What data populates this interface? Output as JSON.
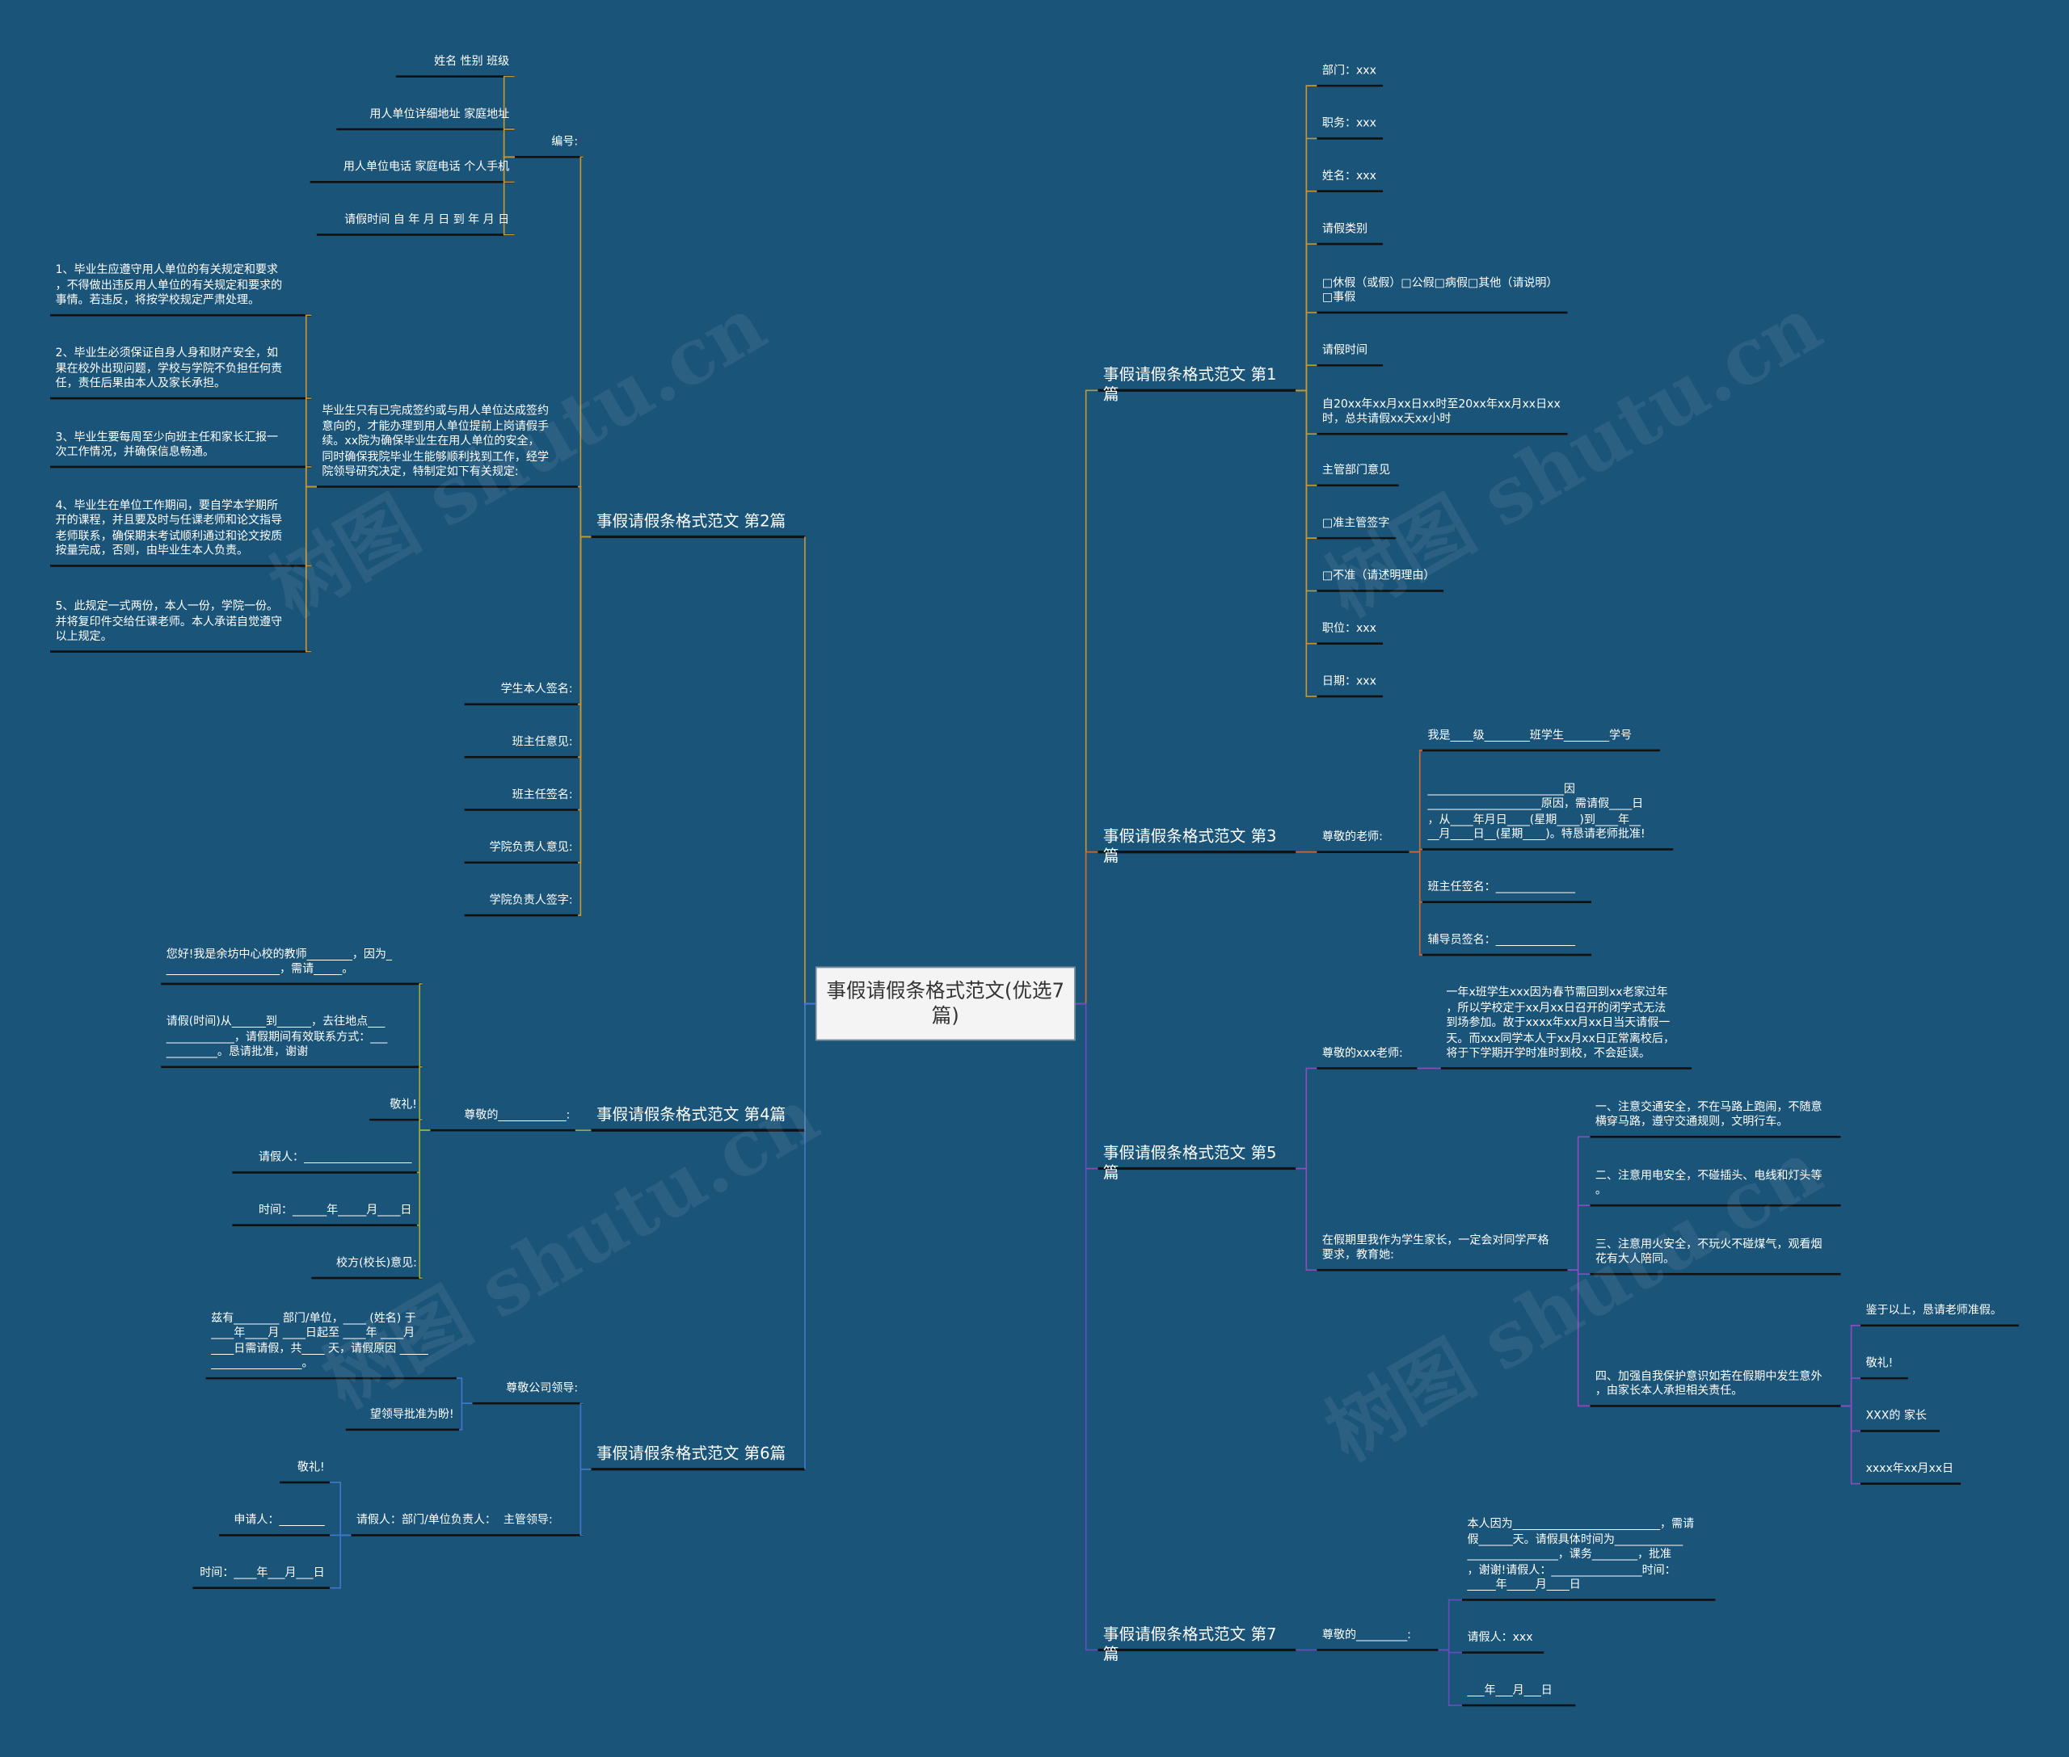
{
  "root": {
    "id": "root",
    "text": "事假请假条格式范文(优选7篇)"
  },
  "watermark": "树图 shutu.cn",
  "colors": {
    "background": "#1b5479",
    "edge": "#111111",
    "b2": "#c8962c",
    "b4": "#9aa83c",
    "b6": "#3f78c8",
    "b1": "#c8962c",
    "b3": "#c86a3c",
    "b5": "#8a4cc0",
    "b7": "#6a4cc0"
  },
  "nodes": [
    {
      "id": "b2",
      "text": "事假请假条格式范文 第2篇",
      "branch": "b2",
      "big": true,
      "side": "L"
    },
    {
      "id": "b2_bh",
      "text": "编号:",
      "branch": "b2",
      "side": "L"
    },
    {
      "id": "b2_bh_1",
      "text": "姓名 性别 班级",
      "branch": "b2",
      "side": "L"
    },
    {
      "id": "b2_bh_2",
      "text": "用人单位详细地址 家庭地址",
      "branch": "b2",
      "side": "L"
    },
    {
      "id": "b2_bh_3",
      "text": "用人单位电话 家庭电话 个人手机",
      "branch": "b2",
      "side": "L"
    },
    {
      "id": "b2_bh_4",
      "text": "请假时间 自 年 月 日 到 年 月 日",
      "branch": "b2",
      "side": "L"
    },
    {
      "id": "b2_gd",
      "text": "毕业生只有已完成签约或与用人单位达成签约\n意向的，才能办理到用人单位提前上岗请假手\n续。xx院为确保毕业生在用人单位的安全，\n同时确保我院毕业生能够顺利找到工作，经学\n院领导研究决定，特制定如下有关规定:",
      "branch": "b2",
      "side": "L"
    },
    {
      "id": "b2_gd_1",
      "text": "1、毕业生应遵守用人单位的有关规定和要求\n，不得做出违反用人单位的有关规定和要求的\n事情。若违反，将按学校规定严肃处理。",
      "branch": "b2",
      "side": "L"
    },
    {
      "id": "b2_gd_2",
      "text": "2、毕业生必须保证自身人身和财产安全，如\n果在校外出现问题，学校与学院不负担任何责\n任，责任后果由本人及家长承担。",
      "branch": "b2",
      "side": "L"
    },
    {
      "id": "b2_gd_3",
      "text": "3、毕业生要每周至少向班主任和家长汇报一\n次工作情况，并确保信息畅通。",
      "branch": "b2",
      "side": "L"
    },
    {
      "id": "b2_gd_4",
      "text": "4、毕业生在单位工作期间，要自学本学期所\n开的课程，并且要及时与任课老师和论文指导\n老师联系，确保期末考试顺利通过和论文按质\n按量完成，否则，由毕业生本人负责。",
      "branch": "b2",
      "side": "L"
    },
    {
      "id": "b2_gd_5",
      "text": "5、此规定一式两份，本人一份，学院一份。\n并将复印件交给任课老师。本人承诺自觉遵守\n以上规定。",
      "branch": "b2",
      "side": "L"
    },
    {
      "id": "b2_s1",
      "text": "学生本人签名:",
      "branch": "b2",
      "side": "L"
    },
    {
      "id": "b2_s2",
      "text": "班主任意见:",
      "branch": "b2",
      "side": "L"
    },
    {
      "id": "b2_s3",
      "text": "班主任签名:",
      "branch": "b2",
      "side": "L"
    },
    {
      "id": "b2_s4",
      "text": "学院负责人意见:",
      "branch": "b2",
      "side": "L"
    },
    {
      "id": "b2_s5",
      "text": "学院负责人签字:",
      "branch": "b2",
      "side": "L"
    },
    {
      "id": "b4",
      "text": "事假请假条格式范文 第4篇",
      "branch": "b4",
      "big": true,
      "side": "L"
    },
    {
      "id": "b4_zj",
      "text": "尊敬的____________:",
      "branch": "b4",
      "side": "L"
    },
    {
      "id": "b4_1",
      "text": "您好!我是余坊中心校的教师________，因为_\n____________________，需请_____。",
      "branch": "b4",
      "side": "L"
    },
    {
      "id": "b4_2",
      "text": "请假(时间)从______到______，去往地点___\n____________，请假期间有效联系方式：___\n_________。恳请批准，谢谢",
      "branch": "b4",
      "side": "L"
    },
    {
      "id": "b4_3",
      "text": "敬礼!",
      "branch": "b4",
      "side": "L"
    },
    {
      "id": "b4_4",
      "text": "请假人：___________________",
      "branch": "b4",
      "side": "L"
    },
    {
      "id": "b4_5",
      "text": "时间：______年_____月____日",
      "branch": "b4",
      "side": "L"
    },
    {
      "id": "b4_6",
      "text": "校方(校长)意见:",
      "branch": "b4",
      "side": "L"
    },
    {
      "id": "b6",
      "text": "事假请假条格式范文 第6篇",
      "branch": "b6",
      "big": true,
      "side": "L"
    },
    {
      "id": "b6_a",
      "text": "尊敬公司领导:",
      "branch": "b6",
      "side": "L"
    },
    {
      "id": "b6_a_1",
      "text": "兹有________ 部门/单位，____ (姓名) 于\n____年____月 ____日起至 ____年 ____月\n____日需请假，共____ 天，请假原因 _____\n________________。",
      "branch": "b6",
      "side": "L"
    },
    {
      "id": "b6_a_2",
      "text": "望领导批准为盼!",
      "branch": "b6",
      "side": "L"
    },
    {
      "id": "b6_b",
      "text": "请假人：部门/单位负责人：  主管领导:",
      "branch": "b6",
      "side": "L"
    },
    {
      "id": "b6_b_1",
      "text": "敬礼!",
      "branch": "b6",
      "side": "L"
    },
    {
      "id": "b6_b_2",
      "text": "申请人：________",
      "branch": "b6",
      "side": "L"
    },
    {
      "id": "b6_b_3",
      "text": "时间：____年___月___日",
      "branch": "b6",
      "side": "L"
    },
    {
      "id": "b1",
      "text": "事假请假条格式范文 第1篇",
      "branch": "b1",
      "big": true,
      "side": "R"
    },
    {
      "id": "b1_1",
      "text": "部门：xxx",
      "branch": "b1",
      "side": "R"
    },
    {
      "id": "b1_2",
      "text": "职务：xxx",
      "branch": "b1",
      "side": "R"
    },
    {
      "id": "b1_3",
      "text": "姓名：xxx",
      "branch": "b1",
      "side": "R"
    },
    {
      "id": "b1_4",
      "text": "请假类别",
      "branch": "b1",
      "side": "R"
    },
    {
      "id": "b1_5",
      "text": "□休假（或假）□公假□病假□其他（请说明）\n□事假",
      "branch": "b1",
      "side": "R"
    },
    {
      "id": "b1_6",
      "text": "请假时间",
      "branch": "b1",
      "side": "R"
    },
    {
      "id": "b1_7",
      "text": "自20xx年xx月xx日xx时至20xx年xx月xx日xx\n时，总共请假xx天xx小时",
      "branch": "b1",
      "side": "R"
    },
    {
      "id": "b1_8",
      "text": "主管部门意见",
      "branch": "b1",
      "side": "R"
    },
    {
      "id": "b1_9",
      "text": "□准主管签字",
      "branch": "b1",
      "side": "R"
    },
    {
      "id": "b1_10",
      "text": "□不准（请述明理由）",
      "branch": "b1",
      "side": "R"
    },
    {
      "id": "b1_11",
      "text": "职位：xxx",
      "branch": "b1",
      "side": "R"
    },
    {
      "id": "b1_12",
      "text": "日期：xxx",
      "branch": "b1",
      "side": "R"
    },
    {
      "id": "b3",
      "text": "事假请假条格式范文 第3篇",
      "branch": "b3",
      "big": true,
      "side": "R"
    },
    {
      "id": "b3_zj",
      "text": "尊敬的老师:",
      "branch": "b3",
      "side": "R"
    },
    {
      "id": "b3_1",
      "text": "我是____级________班学生________学号",
      "branch": "b3",
      "side": "R"
    },
    {
      "id": "b3_2",
      "text": "________________________因\n____________________原因，需请假____日\n，从____年月日____(星期____)到____年__\n__月____日__(星期____)。特恳请老师批准!",
      "branch": "b3",
      "side": "R"
    },
    {
      "id": "b3_3",
      "text": "班主任签名：______________",
      "branch": "b3",
      "side": "R"
    },
    {
      "id": "b3_4",
      "text": "辅导员签名：______________",
      "branch": "b3",
      "side": "R"
    },
    {
      "id": "b5",
      "text": "事假请假条格式范文 第5篇",
      "branch": "b5",
      "big": true,
      "side": "R"
    },
    {
      "id": "b5_a",
      "text": "尊敬的xxx老师:",
      "branch": "b5",
      "side": "R"
    },
    {
      "id": "b5_a_1",
      "text": "一年x班学生xxx因为春节需回到xx老家过年\n，所以学校定于xx月xx日召开的闭学式无法\n到场参加。故于xxxx年xx月xx日当天请假一\n天。而xxx同学本人于xx月xx日正常离校后，\n将于下学期开学时准时到校，不会延误。",
      "branch": "b5",
      "side": "R"
    },
    {
      "id": "b5_b",
      "text": "在假期里我作为学生家长，一定会对同学严格\n要求，教育她:",
      "branch": "b5",
      "side": "R"
    },
    {
      "id": "b5_b_1",
      "text": "一、注意交通安全，不在马路上跑闹，不随意\n横穿马路，遵守交通规则，文明行车。",
      "branch": "b5",
      "side": "R"
    },
    {
      "id": "b5_b_2",
      "text": "二、注意用电安全，不碰插头、电线和灯头等\n。",
      "branch": "b5",
      "side": "R"
    },
    {
      "id": "b5_b_3",
      "text": "三、注意用火安全，不玩火不碰煤气，观看烟\n花有大人陪同。",
      "branch": "b5",
      "side": "R"
    },
    {
      "id": "b5_b_4",
      "text": "四、加强自我保护意识如若在假期中发生意外\n，由家长本人承担相关责任。",
      "branch": "b5",
      "side": "R"
    },
    {
      "id": "b5_c_1",
      "text": "鉴于以上，恳请老师准假。",
      "branch": "b5",
      "side": "R"
    },
    {
      "id": "b5_c_2",
      "text": "敬礼!",
      "branch": "b5",
      "side": "R"
    },
    {
      "id": "b5_c_3",
      "text": "XXX的 家长",
      "branch": "b5",
      "side": "R"
    },
    {
      "id": "b5_c_4",
      "text": "xxxx年xx月xx日",
      "branch": "b5",
      "side": "R"
    },
    {
      "id": "b7",
      "text": "事假请假条格式范文 第7篇",
      "branch": "b7",
      "big": true,
      "side": "R"
    },
    {
      "id": "b7_zj",
      "text": "尊敬的_________:",
      "branch": "b7",
      "side": "R"
    },
    {
      "id": "b7_1",
      "text": "本人因为__________________________，需请\n假______天。请假具体时间为____________\n________________，课务________，批准\n，谢谢!请假人：________________时间：\n_____年_____月____日",
      "branch": "b7",
      "side": "R"
    },
    {
      "id": "b7_2",
      "text": "请假人：xxx",
      "branch": "b7",
      "side": "R"
    },
    {
      "id": "b7_3",
      "text": "___年___月___日",
      "branch": "b7",
      "side": "R"
    }
  ],
  "edges": [
    [
      "root",
      "b1"
    ],
    [
      "root",
      "b3"
    ],
    [
      "root",
      "b5"
    ],
    [
      "root",
      "b7"
    ],
    [
      "root",
      "b2"
    ],
    [
      "root",
      "b4"
    ],
    [
      "root",
      "b6"
    ],
    [
      "b2",
      "b2_bh"
    ],
    [
      "b2",
      "b2_gd"
    ],
    [
      "b2",
      "b2_s1"
    ],
    [
      "b2",
      "b2_s2"
    ],
    [
      "b2",
      "b2_s3"
    ],
    [
      "b2",
      "b2_s4"
    ],
    [
      "b2",
      "b2_s5"
    ],
    [
      "b2_bh",
      "b2_bh_1"
    ],
    [
      "b2_bh",
      "b2_bh_2"
    ],
    [
      "b2_bh",
      "b2_bh_3"
    ],
    [
      "b2_bh",
      "b2_bh_4"
    ],
    [
      "b2_gd",
      "b2_gd_1"
    ],
    [
      "b2_gd",
      "b2_gd_2"
    ],
    [
      "b2_gd",
      "b2_gd_3"
    ],
    [
      "b2_gd",
      "b2_gd_4"
    ],
    [
      "b2_gd",
      "b2_gd_5"
    ],
    [
      "b4",
      "b4_zj"
    ],
    [
      "b4_zj",
      "b4_1"
    ],
    [
      "b4_zj",
      "b4_2"
    ],
    [
      "b4_zj",
      "b4_3"
    ],
    [
      "b4_zj",
      "b4_4"
    ],
    [
      "b4_zj",
      "b4_5"
    ],
    [
      "b4_zj",
      "b4_6"
    ],
    [
      "b6",
      "b6_a"
    ],
    [
      "b6",
      "b6_b"
    ],
    [
      "b6_a",
      "b6_a_1"
    ],
    [
      "b6_a",
      "b6_a_2"
    ],
    [
      "b6_b",
      "b6_b_1"
    ],
    [
      "b6_b",
      "b6_b_2"
    ],
    [
      "b6_b",
      "b6_b_3"
    ],
    [
      "b1",
      "b1_1"
    ],
    [
      "b1",
      "b1_2"
    ],
    [
      "b1",
      "b1_3"
    ],
    [
      "b1",
      "b1_4"
    ],
    [
      "b1",
      "b1_5"
    ],
    [
      "b1",
      "b1_6"
    ],
    [
      "b1",
      "b1_7"
    ],
    [
      "b1",
      "b1_8"
    ],
    [
      "b1",
      "b1_9"
    ],
    [
      "b1",
      "b1_10"
    ],
    [
      "b1",
      "b1_11"
    ],
    [
      "b1",
      "b1_12"
    ],
    [
      "b3",
      "b3_zj"
    ],
    [
      "b3_zj",
      "b3_1"
    ],
    [
      "b3_zj",
      "b3_2"
    ],
    [
      "b3_zj",
      "b3_3"
    ],
    [
      "b3_zj",
      "b3_4"
    ],
    [
      "b5",
      "b5_a"
    ],
    [
      "b5",
      "b5_b"
    ],
    [
      "b5_a",
      "b5_a_1"
    ],
    [
      "b5_b",
      "b5_b_1"
    ],
    [
      "b5_b",
      "b5_b_2"
    ],
    [
      "b5_b",
      "b5_b_3"
    ],
    [
      "b5_b",
      "b5_b_4"
    ],
    [
      "b5_b_4",
      "b5_c_1"
    ],
    [
      "b5_b_4",
      "b5_c_2"
    ],
    [
      "b5_b_4",
      "b5_c_3"
    ],
    [
      "b5_b_4",
      "b5_c_4"
    ],
    [
      "b7",
      "b7_zj"
    ],
    [
      "b7_zj",
      "b7_1"
    ],
    [
      "b7_zj",
      "b7_2"
    ],
    [
      "b7_zj",
      "b7_3"
    ]
  ]
}
